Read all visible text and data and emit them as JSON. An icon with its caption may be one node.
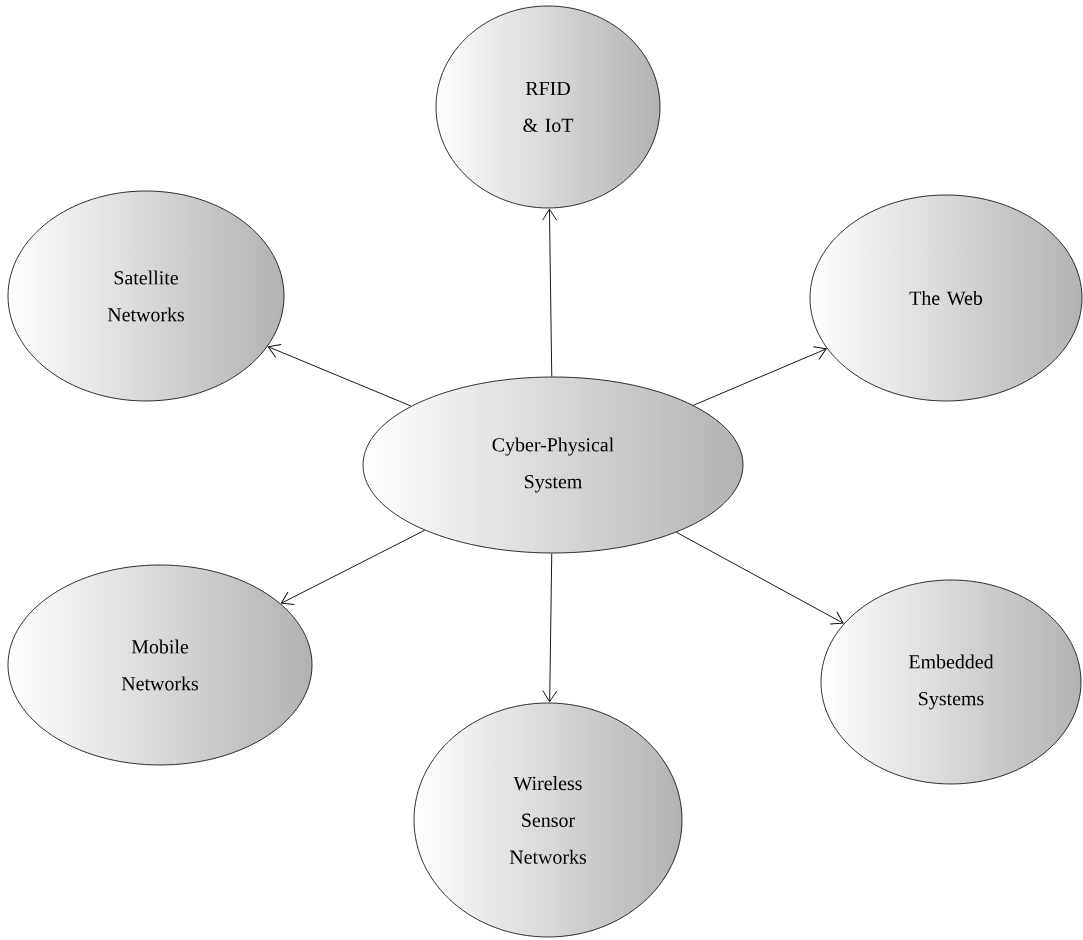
{
  "diagram": {
    "nodes": [
      {
        "text": [
          "RFID & IoT"
        ]
      },
      {
        "text": [
          "Satellite Networks"
        ]
      },
      {
        "text": [
          "The Web"
        ]
      },
      {
        "text": [
          "Cyber-Physical System"
        ]
      },
      {
        "text": [
          "Mobile Networks"
        ]
      },
      {
        "text": [
          "Embedded Systems"
        ]
      },
      {
        "text": [
          "Wireless Sensor Networks"
        ]
      }
    ],
    "edges": [
      {
        "from": 3,
        "to": 0,
        "arrow": "to"
      },
      {
        "from": 3,
        "to": 1,
        "arrow": "to"
      },
      {
        "from": 3,
        "to": 2,
        "arrow": "to"
      },
      {
        "from": 3,
        "to": 4,
        "arrow": "to"
      },
      {
        "from": 3,
        "to": 5,
        "arrow": "to"
      },
      {
        "from": 3,
        "to": 6,
        "arrow": "to"
      }
    ]
  }
}
